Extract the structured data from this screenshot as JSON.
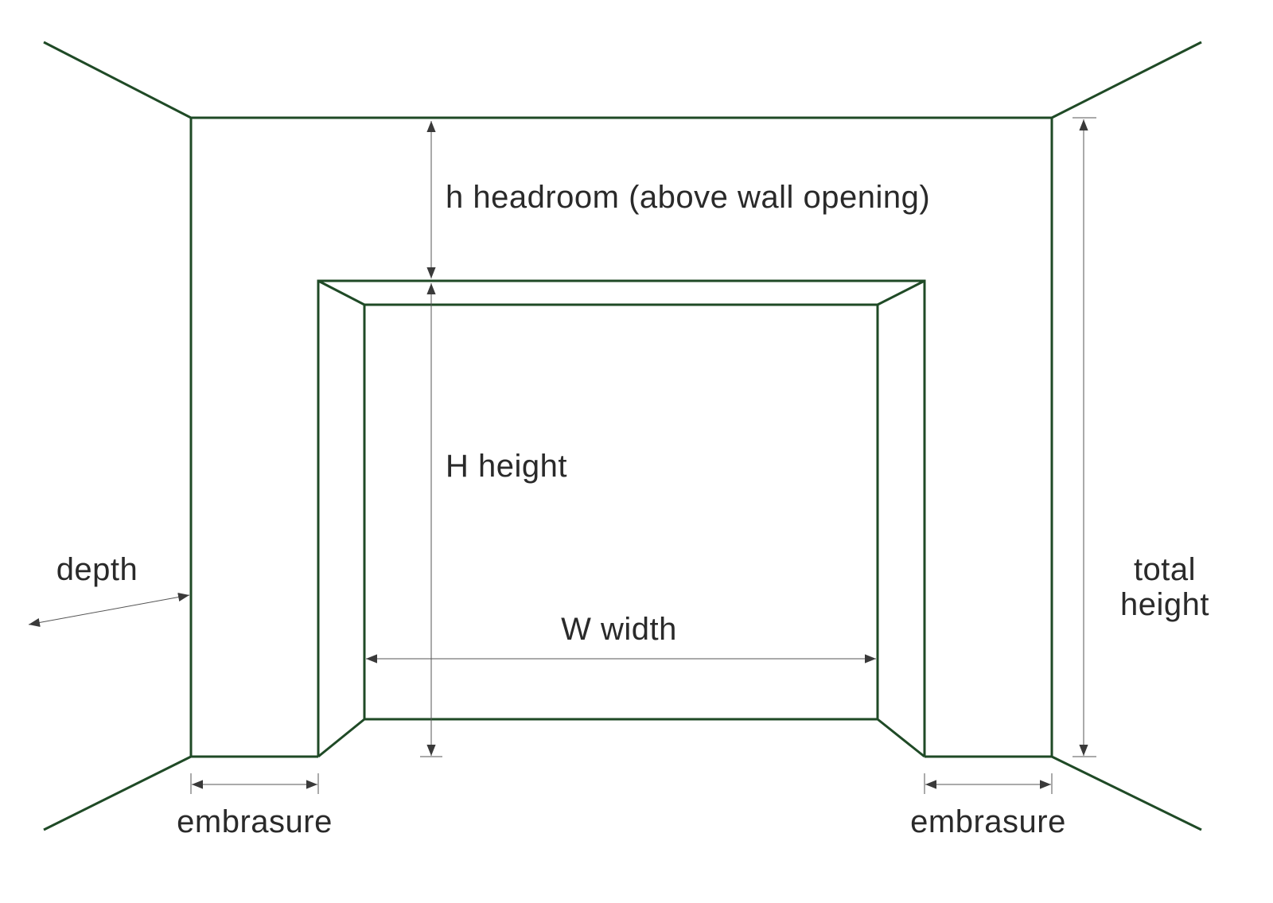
{
  "colors": {
    "outline": "#1f4a26",
    "dimension": "#555555",
    "arrowhead": "#3a3a3a",
    "text": "#2a2a2a",
    "background": "#ffffff"
  },
  "labels": {
    "headroom": "h headroom (above wall opening)",
    "height": "H height",
    "width": "W width",
    "depth": "depth",
    "total_height_line1": "total",
    "total_height_line2": "height",
    "embrasure_left": "embrasure",
    "embrasure_right": "embrasure"
  }
}
